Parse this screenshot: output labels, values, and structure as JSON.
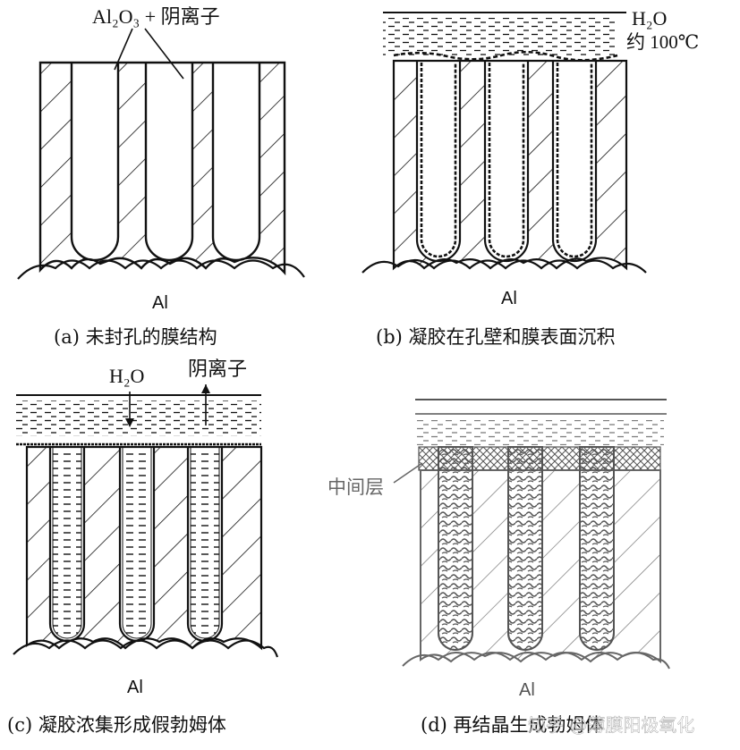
{
  "panels": {
    "a": {
      "caption": "(a) 未封孔的膜结构",
      "label_top": "Al₂O₃ + 阴离子",
      "metal": "Al"
    },
    "b": {
      "caption": "(b) 凝胶在孔壁和膜表面沉积",
      "water": "H₂O",
      "temp": "约 100℃",
      "metal": "Al"
    },
    "c": {
      "caption": "(c) 凝胶浓集形成假勃姆体",
      "water": "H₂O",
      "anion": "阴离子",
      "metal": "Al"
    },
    "d": {
      "caption": "(d) 再结晶生成勃姆体",
      "layer": "中间层",
      "metal": "Al"
    }
  },
  "watermark": "知乎 @薄膜阳极氧化",
  "colors": {
    "ink": "#111111",
    "faded_ink": "#6a6a6a"
  }
}
